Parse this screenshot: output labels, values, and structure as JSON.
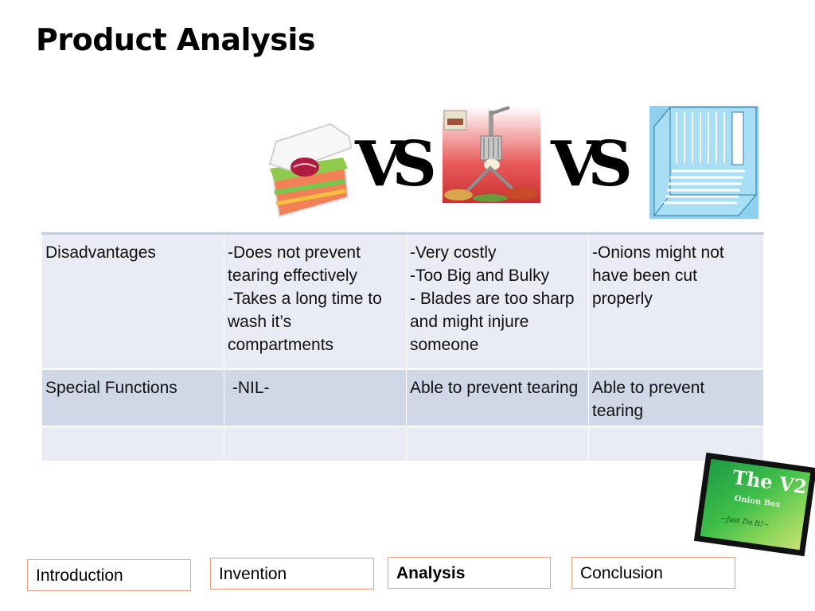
{
  "slide": {
    "title": "Product Analysis",
    "vs_label": "VS"
  },
  "table": {
    "rows": [
      {
        "label": "Disadvantages",
        "cells": [
          [
            "-Does not prevent tearing effectively",
            "-Takes a long time to wash it’s compartments"
          ],
          [
            "-Very costly",
            "-Too Big and Bulky",
            "- Blades are too sharp and might injure someone"
          ],
          [
            "-Onions might not have been cut properly"
          ]
        ]
      },
      {
        "label": "Special Functions",
        "cells": [
          [
            " -NIL-"
          ],
          [
            "Able to prevent tearing"
          ],
          [
            "Able to prevent tearing"
          ]
        ]
      },
      {
        "label": "",
        "cells": [
          [
            ""
          ],
          [
            ""
          ],
          [
            ""
          ]
        ]
      }
    ]
  },
  "nav": {
    "introduction": "Introduction",
    "invention": "Invention",
    "analysis": "Analysis",
    "conclusion": "Conclusion"
  },
  "logo": {
    "title": "The V2",
    "subtitle": "Onion Box",
    "tagline": "~Just Do It!~"
  },
  "colors": {
    "border_nav": "#e8a07a",
    "row_light": "#e9ecf4",
    "row_dark": "#d0d8e7"
  }
}
